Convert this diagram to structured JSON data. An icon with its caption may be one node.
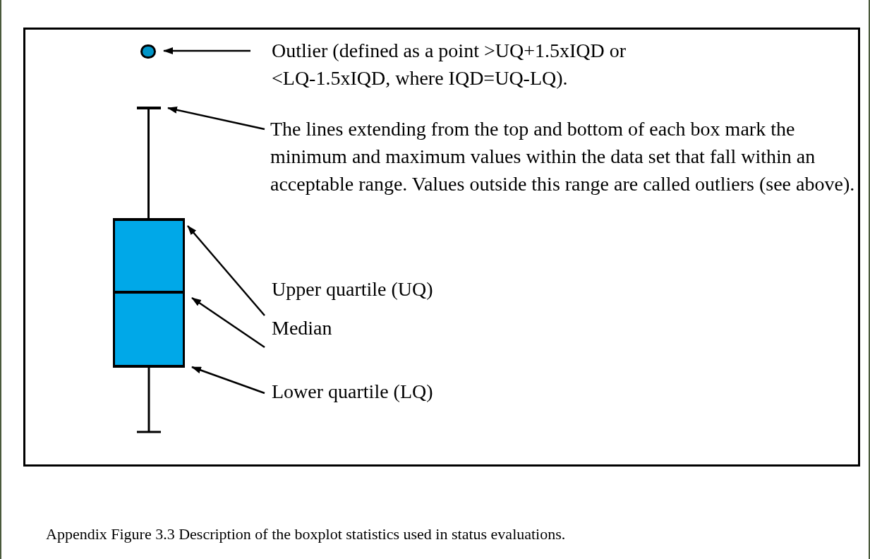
{
  "diagram": {
    "caption": "Appendix Figure 3.3  Description of the boxplot statistics used in status evaluations.",
    "nodes": [
      {
        "text": [
          "Outlier (defined as a point >UQ+1.5xIQD or <LQ-1.5xIQD, where IQD=UQ-LQ)."
        ]
      },
      {
        "text": [],
        "shape": "circle"
      },
      {
        "text": [
          "The lines extending from the top and bottom of each box mark the minimum and maximum values within the data set that fall within an acceptable range. Values outside this range are called outliers (see above)."
        ]
      },
      {
        "text": [],
        "shape": "bar"
      },
      {
        "text": [
          "Upper quartile (UQ)"
        ]
      },
      {
        "text": [],
        "shape": "bar"
      },
      {
        "text": [
          "Median"
        ]
      },
      {
        "text": [],
        "shape": "bar"
      },
      {
        "text": [
          "Lower quartile (LQ)"
        ]
      },
      {
        "text": [],
        "shape": "bar"
      }
    ],
    "edges": [
      {
        "from": 0,
        "to": 1,
        "arrow": "to"
      },
      {
        "from": 2,
        "to": 3,
        "arrow": "to"
      },
      {
        "from": 3,
        "to": 5,
        "arrow": "none"
      },
      {
        "from": 4,
        "to": 5,
        "arrow": "to"
      },
      {
        "from": 6,
        "to": 7,
        "arrow": "to"
      },
      {
        "from": 8,
        "to": 9,
        "arrow": "to"
      }
    ]
  }
}
